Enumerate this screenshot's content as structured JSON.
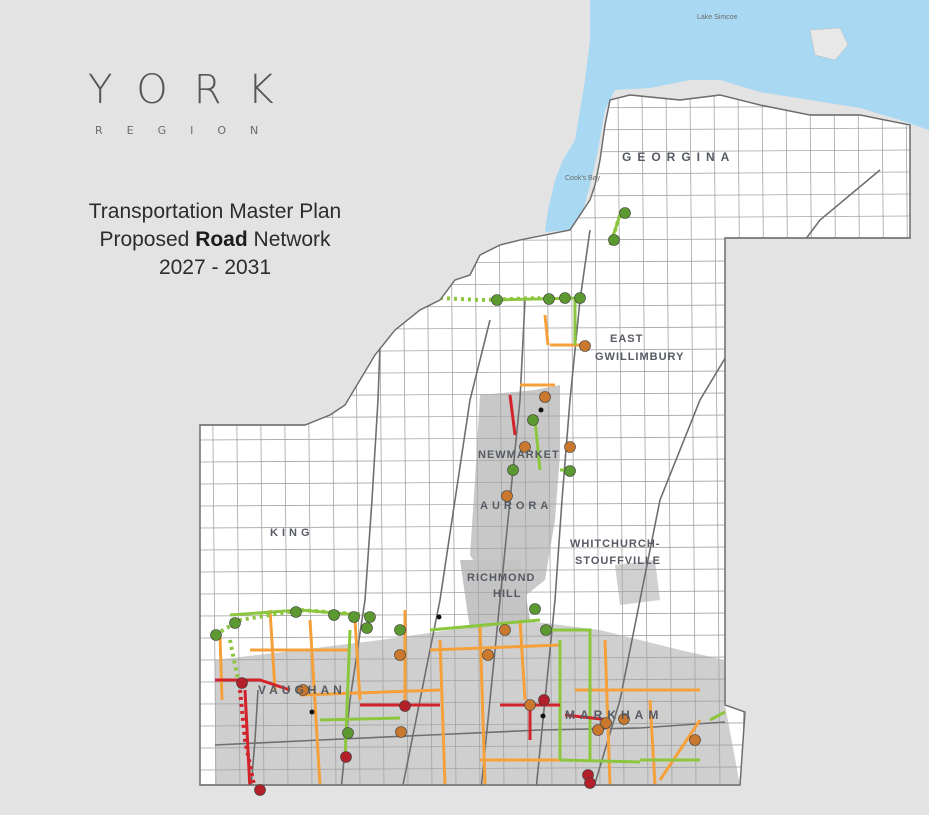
{
  "brand": {
    "name": "YORK",
    "subtitle": "REGION"
  },
  "title": {
    "line1": "Transportation Master Plan",
    "line2_prefix": "Proposed ",
    "line2_bold": "Road",
    "line2_suffix": " Network",
    "line3": "2027 - 2031"
  },
  "places": {
    "georgina": "GEORGINA",
    "east": "EAST",
    "gwillimbury": "GWILLIMBURY",
    "newmarket": "NEWMARKET",
    "aurora": "AURORA",
    "king": "KING",
    "whitchurch": "WHITCHURCH-",
    "stouffville": "STOUFFVILLE",
    "richmond": "RICHMOND",
    "hill": "HILL",
    "vaughan": "VAUGHAN",
    "markham": "MARKHAM"
  },
  "water_labels": {
    "lake": "Lake Simcoe",
    "bay": "Cook's Bay"
  },
  "colors": {
    "background": "#e3e3e3",
    "region_fill": "#ffffff",
    "urban_fill": "#c8c8c8",
    "water": "#a9d8f2",
    "grid_line": "#a4a4a4",
    "major_road": "#6f6f6f",
    "proposed_orange": "#f5a03a",
    "proposed_green": "#8cc63f",
    "proposed_red": "#d2232a",
    "marker_green": "#5c9a31",
    "marker_orange": "#c9782d",
    "marker_red": "#b3202a"
  }
}
